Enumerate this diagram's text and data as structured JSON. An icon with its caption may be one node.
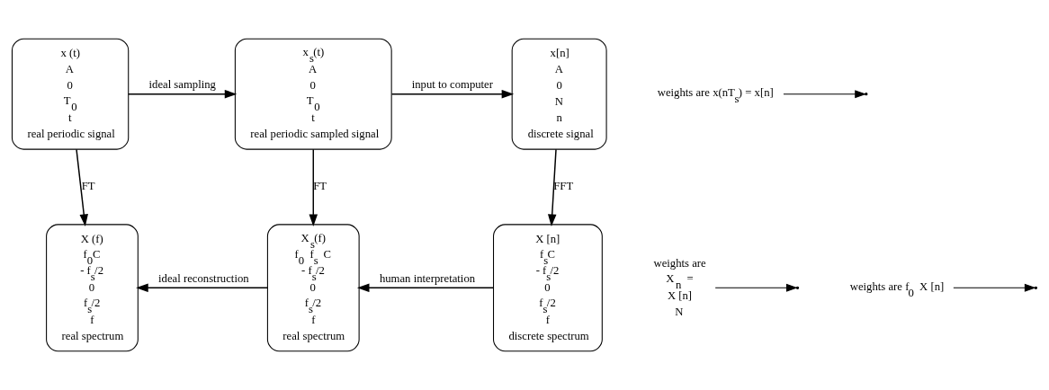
{
  "diagram": {
    "nodes": [
      {
        "text": [
          "x (t)",
          "A",
          "0",
          "T$_{0}$",
          "t",
          "real periodic signal"
        ]
      },
      {
        "text": [
          "x$_{s}$(t)",
          "A",
          "0",
          "T$_{0}$",
          "t",
          "real periodic sampled signal"
        ]
      },
      {
        "text": [
          "weights are x(nT$_{s}$) = x[n]"
        ]
      },
      {
        "text": [
          "x[n]",
          "A",
          "0",
          "N",
          "n",
          "discrete signal"
        ]
      },
      {
        "text": [
          "X (f)",
          "f$_{0}$C",
          "- f$_{s}$/2",
          "0",
          "f$_{s}$/2",
          "f",
          "real spectrum"
        ]
      },
      {
        "text": [
          "weights are",
          "X$_{n}$ =",
          "X [n]",
          "N"
        ]
      },
      {
        "text": [
          "X$_{s}$(f)",
          "f$_{0}$ f$_{s}$ C",
          "- f$_{s}$/2",
          "0",
          "f$_{s}$/2",
          "f",
          "real spectrum"
        ]
      },
      {
        "text": [
          "weights are f$_{0}$ X [n]"
        ]
      },
      {
        "text": [
          "X [n]",
          "f$_{s}$C",
          "- f$_{s}$/2",
          "0",
          "f$_{s}$/2",
          "f",
          "discrete spectrum"
        ]
      }
    ],
    "edges": [
      {
        "from": 0,
        "to": 1,
        "arrow": "to",
        "label": "ideal sampling"
      },
      {
        "from": 1,
        "to": 3,
        "arrow": "to",
        "label": "input to computer"
      },
      {
        "from": 0,
        "to": 4,
        "arrow": "to",
        "label": "FT"
      },
      {
        "from": 1,
        "to": 6,
        "arrow": "to",
        "label": "FT"
      },
      {
        "from": 3,
        "to": 8,
        "arrow": "to",
        "label": "FFT"
      },
      {
        "from": 6,
        "to": 4,
        "arrow": "to",
        "label": "ideal reconstruction"
      },
      {
        "from": 8,
        "to": 6,
        "arrow": "to",
        "label": "human interpretation"
      },
      {
        "from": 2,
        "to": null,
        "arrow": "to"
      },
      {
        "from": 5,
        "to": null,
        "arrow": "to"
      },
      {
        "from": 7,
        "to": null,
        "arrow": "to"
      }
    ]
  }
}
